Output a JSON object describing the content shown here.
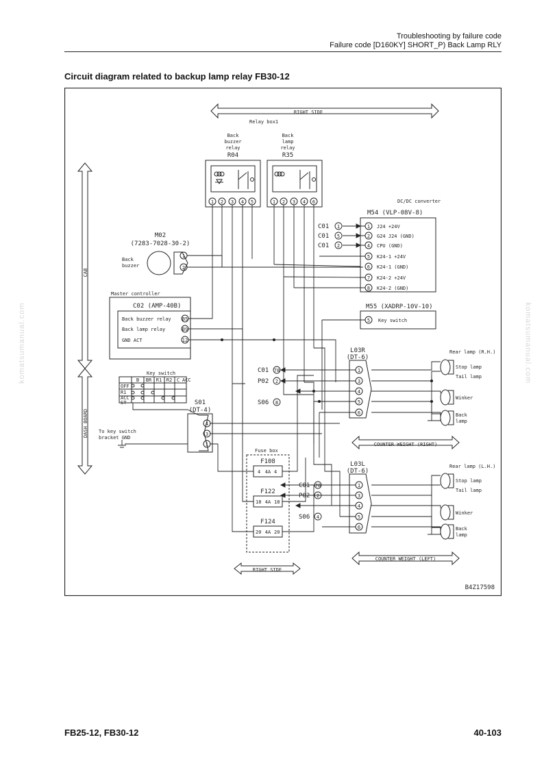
{
  "header": {
    "line1": "Troubleshooting by failure code",
    "line2": "Failure code [D160KY] SHORT_P) Back Lamp RLY"
  },
  "title": "Circuit diagram related to backup lamp relay  FB30-12",
  "footer": {
    "left": "FB25-12, FB30-12",
    "right": "40-103"
  },
  "watermark": "komatsumanual.com",
  "diagram": {
    "drawing_no": "B4Z17598",
    "arrows": {
      "right_side_top": "RIGHT SIDE",
      "right_side_bottom": "RIGHT SIDE",
      "cab": "CAB",
      "dash_board": "DASH BOARD",
      "cw_right": "COUNTER WEIGHT (RIGHT)",
      "cw_left": "COUNTER WEIGHT (LEFT)"
    },
    "relay_box": "Relay box1",
    "r04": {
      "l1": "Back",
      "l2": "buzzer",
      "l3": "relay",
      "code": "R04"
    },
    "r35": {
      "l1": "Back",
      "l2": "lamp",
      "l3": "relay",
      "code": "R35"
    },
    "dcdc": {
      "label": "DC/DC converter",
      "code": "M54 (VLP-08V-8)",
      "pins": [
        "1",
        "2",
        "4",
        "5",
        "6",
        "7",
        "8"
      ],
      "signals": [
        "J24 +24V",
        "G24 J24 (GND)",
        "CPU (GND)",
        "K24-1 +24V",
        "K24-1 (GND)",
        "K24-2 +24V",
        "K24-2 (GND)"
      ],
      "ext": [
        "C01",
        "C01",
        "C01"
      ],
      "ext_pins": [
        "1",
        "5",
        "2"
      ]
    },
    "m55": {
      "code": "M55 (XADRP-10V-10)",
      "pin": "5",
      "signal": "Key switch"
    },
    "m02": {
      "code": "M02",
      "part": "(7283-7028-30-2)",
      "l1": "Back",
      "l2": "buzzer"
    },
    "master": {
      "label": "Master controller",
      "code": "C02 (AMP-40B)",
      "signals": [
        "Back buzzer relay",
        "Back lamp relay",
        "GND ACT"
      ],
      "pins": [
        "B5",
        "B9",
        "12"
      ]
    },
    "keysw": {
      "label": "Key switch",
      "cols": [
        "B",
        "BR",
        "R1",
        "R2",
        "C",
        "ACC"
      ],
      "rows": [
        "OFF",
        "R1",
        "ACC",
        "ST"
      ]
    },
    "s01": {
      "code": "S01",
      "type": "(DT-4)",
      "gnd1": "To key switch",
      "gnd2": "bracket GND"
    },
    "fuse": {
      "label": "Fuse box",
      "fuses": [
        "F108",
        "F122",
        "F124"
      ],
      "pins": [
        "4",
        "18",
        "20"
      ],
      "rating": "4A"
    },
    "l03r": {
      "code": "L03R",
      "type": "(DT-6)",
      "title": "Rear lamp (R.H.)",
      "ext": [
        "C01",
        "P02",
        "S06"
      ],
      "ext_pins": [
        "78",
        "2",
        "8"
      ]
    },
    "l03l": {
      "code": "L03L",
      "type": "(DT-6)",
      "title": "Rear lamp (L.H.)",
      "ext": [
        "C01",
        "P02",
        "S06"
      ],
      "ext_pins": [
        "78",
        "2",
        "4"
      ]
    },
    "lamp_names": [
      "Stop lamp",
      "Tail lamp",
      "Winker",
      "Back",
      "lamp"
    ]
  }
}
